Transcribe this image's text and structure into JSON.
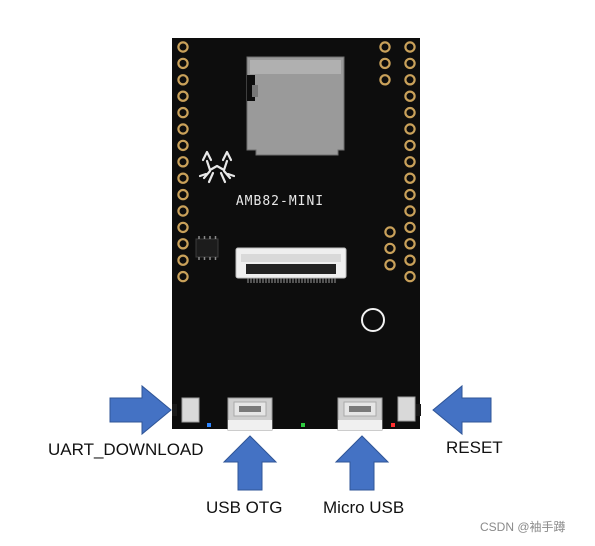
{
  "board": {
    "name": "AMB82-MINI",
    "pcb_color": "#0d0d0d",
    "pad_color": "#c9a15a",
    "silk_color": "#e8e8e8"
  },
  "labels": {
    "uart_download": "UART_DOWNLOAD",
    "reset": "RESET",
    "usb_otg": "USB OTG",
    "micro_usb": "Micro USB"
  },
  "watermark": "CSDN @袖手蹲",
  "colors": {
    "arrow": "#4472c4",
    "arrow_stroke": "#2f5597",
    "led_blue": "#2f86ff",
    "led_green": "#2ecc40",
    "led_red": "#ff3030"
  },
  "icons": [
    "arrow-right-icon",
    "arrow-left-icon",
    "arrow-up-icon",
    "realtek-crab-logo"
  ]
}
